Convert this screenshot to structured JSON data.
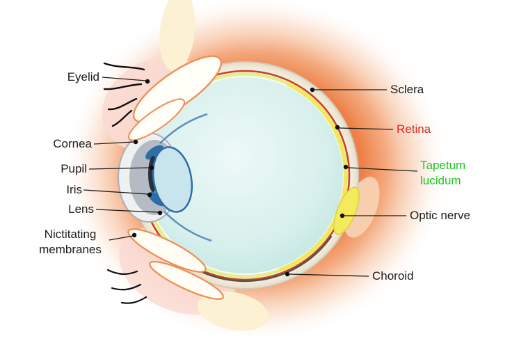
{
  "figure": {
    "type": "anatomical-diagram",
    "labels": {
      "eyelid": "Eyelid",
      "cornea": "Cornea",
      "pupil": "Pupil",
      "iris": "Iris",
      "lens": "Lens",
      "nictitating_membranes": "Nictitating membranes",
      "sclera": "Sclera",
      "retina": "Retina",
      "tapetum_lucidum": "Tapetum lucidum",
      "optic_nerve": "Optic nerve",
      "choroid": "Choroid"
    },
    "label_colors": {
      "default": "#1c1c1c",
      "retina": "#e1251b",
      "tapetum_lucidum": "#1cc423"
    }
  }
}
